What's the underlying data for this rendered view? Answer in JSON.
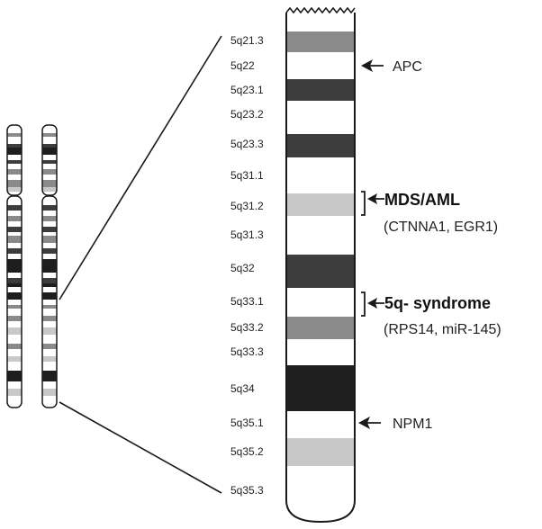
{
  "bands": [
    {
      "label": "5q21.3",
      "shade": "#8a8a8a"
    },
    {
      "label": "5q22",
      "shade": "#ffffff"
    },
    {
      "label": "5q23.1",
      "shade": "#3d3d3d"
    },
    {
      "label": "5q23.2",
      "shade": "#ffffff"
    },
    {
      "label": "5q23.3",
      "shade": "#3d3d3d"
    },
    {
      "label": "5q31.1",
      "shade": "#ffffff"
    },
    {
      "label": "5q31.2",
      "shade": "#c8c8c8"
    },
    {
      "label": "5q31.3",
      "shade": "#ffffff"
    },
    {
      "label": "5q32",
      "shade": "#3d3d3d"
    },
    {
      "label": "5q33.1",
      "shade": "#ffffff"
    },
    {
      "label": "5q33.2",
      "shade": "#8a8a8a"
    },
    {
      "label": "5q33.3",
      "shade": "#ffffff"
    },
    {
      "label": "5q34",
      "shade": "#1e1e1e"
    },
    {
      "label": "5q35.1",
      "shade": "#ffffff"
    },
    {
      "label": "5q35.2",
      "shade": "#c8c8c8"
    },
    {
      "label": "5q35.3",
      "shade": "#ffffff"
    }
  ],
  "annotations": {
    "apc": {
      "text": "APC"
    },
    "mds": {
      "title": "MDS/AML",
      "genes": "(CTNNA1, EGR1)"
    },
    "syn5q": {
      "title": "5q- syndrome",
      "genes": "(RPS14, miR-145)"
    },
    "npm1": {
      "text": "NPM1"
    }
  },
  "colors": {
    "outline": "#1a1a1a",
    "black": "#1e1e1e",
    "dark": "#3d3d3d",
    "mid": "#8a8a8a",
    "light": "#c8c8c8",
    "white": "#ffffff"
  }
}
